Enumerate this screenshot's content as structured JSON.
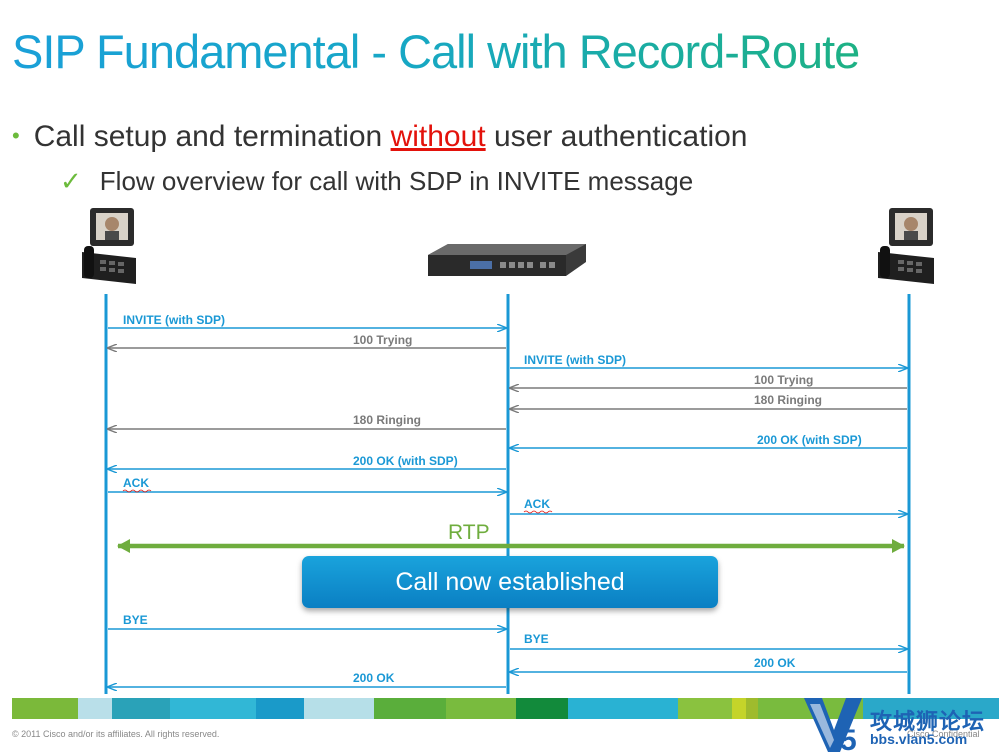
{
  "slide": {
    "title": "SIP Fundamental - Call with Record-Route",
    "bullet1_pre": "Call setup and termination ",
    "bullet1_em": "without",
    "bullet1_post": " user authentication",
    "bullet2": "Flow overview for call with SDP in INVITE message",
    "rtp_label": "RTP",
    "banner": "Call now established",
    "footer": "© 2011 Cisco and/or its affiliates. All rights reserved.",
    "confidential": "Cisco Confidential"
  },
  "watermark": {
    "cn": "攻城狮论坛",
    "url": "bbs.vlan5.com"
  },
  "colors": {
    "blue": "#1a98d5",
    "gray": "#7a7a7a",
    "green": "#6fad3e",
    "red": "#e3120b"
  },
  "messages": [
    {
      "label": "INVITE (with SDP)",
      "from": "left",
      "to": "proxy",
      "color": "blue"
    },
    {
      "label": "100 Trying",
      "from": "proxy",
      "to": "left",
      "color": "gray"
    },
    {
      "label": "INVITE (with SDP)",
      "from": "proxy",
      "to": "right",
      "color": "blue"
    },
    {
      "label": "100 Trying",
      "from": "right",
      "to": "proxy",
      "color": "gray"
    },
    {
      "label": "180 Ringing",
      "from": "right",
      "to": "proxy",
      "color": "gray"
    },
    {
      "label": "180 Ringing",
      "from": "proxy",
      "to": "left",
      "color": "gray"
    },
    {
      "label": "200 OK (with SDP)",
      "from": "right",
      "to": "proxy",
      "color": "blue"
    },
    {
      "label": "200 OK (with SDP)",
      "from": "proxy",
      "to": "left",
      "color": "blue"
    },
    {
      "label": "ACK",
      "from": "left",
      "to": "proxy",
      "color": "blue"
    },
    {
      "label": "ACK",
      "from": "proxy",
      "to": "right",
      "color": "blue"
    },
    {
      "label": "BYE",
      "from": "left",
      "to": "proxy",
      "color": "blue"
    },
    {
      "label": "BYE",
      "from": "proxy",
      "to": "right",
      "color": "blue"
    },
    {
      "label": "200 OK",
      "from": "right",
      "to": "proxy",
      "color": "blue"
    },
    {
      "label": "200 OK",
      "from": "proxy",
      "to": "left",
      "color": "blue"
    }
  ]
}
